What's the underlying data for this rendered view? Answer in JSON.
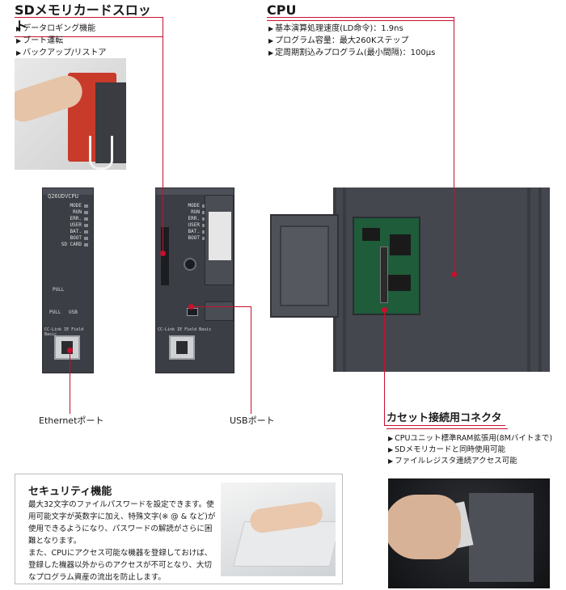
{
  "sd_slot": {
    "title": "SDメモリカードスロット",
    "bullets": [
      "データロギング機能",
      "ブート運転",
      "バックアップ/リストア"
    ]
  },
  "cpu": {
    "title": "CPU",
    "bullets": [
      "基本演算処理速度(LD命令)：1.9ns",
      "プログラム容量：最大260Kステップ",
      "定周期割込みプログラム(最小間隔)：100μs"
    ]
  },
  "ports": {
    "ethernet_label": "Ethernetポート",
    "usb_label": "USBポート"
  },
  "cassette": {
    "title": "カセット接続用コネクタ",
    "bullets": [
      "CPUユニット標準RAM拡張用(8Mバイトまで)",
      "SDメモリカードと同時使用可能",
      "ファイルレジスタ連続アクセス可能"
    ]
  },
  "security": {
    "title": "セキュリティ機能",
    "paragraph1": "最大32文字のファイルパスワードを設定できます。使用可能文字が英数字に加え、特殊文字(※ @ & など)が使用できるようになり、パスワードの解読がさらに困難となります。",
    "paragraph2": "また、CPUにアクセス可能な機器を登録しておけば、登録した機器以外からのアクセスが不可となり、大切なプログラム資産の流出を防止します。"
  },
  "device": {
    "model": "Q26UDVCPU",
    "leds": [
      "MODE",
      "RUN",
      "ERR.",
      "USER",
      "BAT.",
      "BOOT",
      "SD CARD"
    ],
    "pull": "PULL",
    "usb": "USB",
    "network": "CC-Link IE Field Basic"
  },
  "colors": {
    "accent": "#c8102e",
    "device": "#3b3e45"
  }
}
